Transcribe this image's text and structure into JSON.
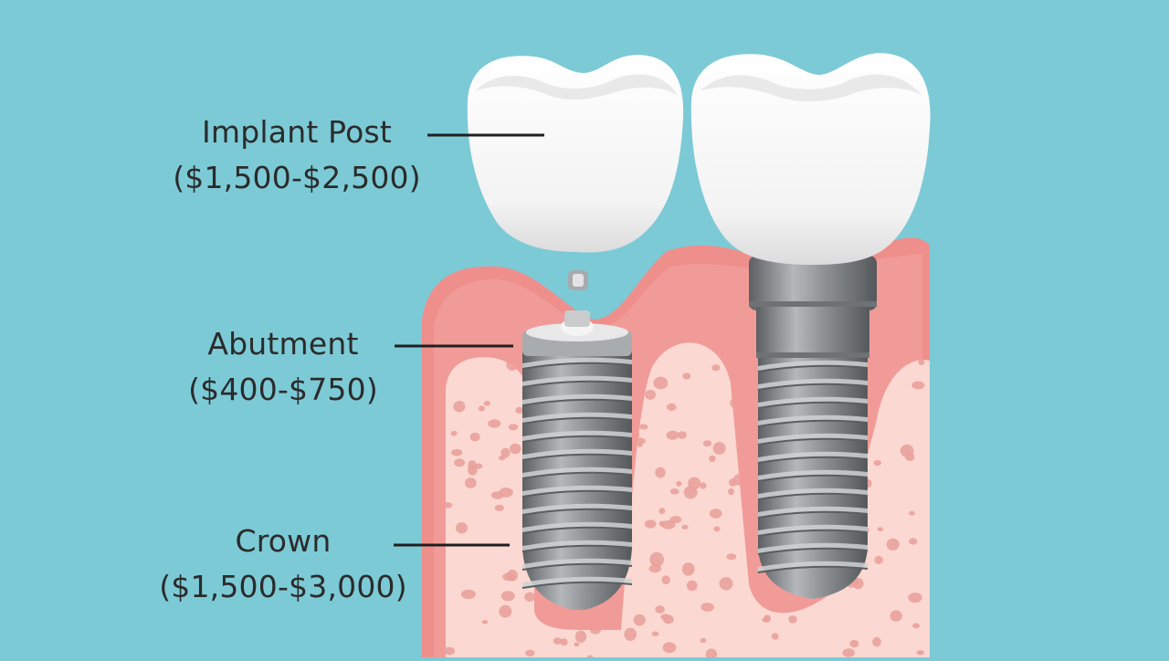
{
  "labels": [
    {
      "id": "implant-post",
      "name": "Implant Post",
      "price": "($1,500-$2,500)"
    },
    {
      "id": "abutment",
      "name": "Abutment",
      "price": "($400-$750)"
    },
    {
      "id": "crown",
      "name": "Crown",
      "price": "($1,500-$3,000)"
    }
  ],
  "colors": {
    "background": "#7ccad6",
    "gum": "#ef8f8c",
    "bone": "#fbd9d2",
    "bone_spots": "#e9a19b",
    "metal": "#8a8d90",
    "crown": "#ffffff",
    "text": "#2b2b2b"
  }
}
